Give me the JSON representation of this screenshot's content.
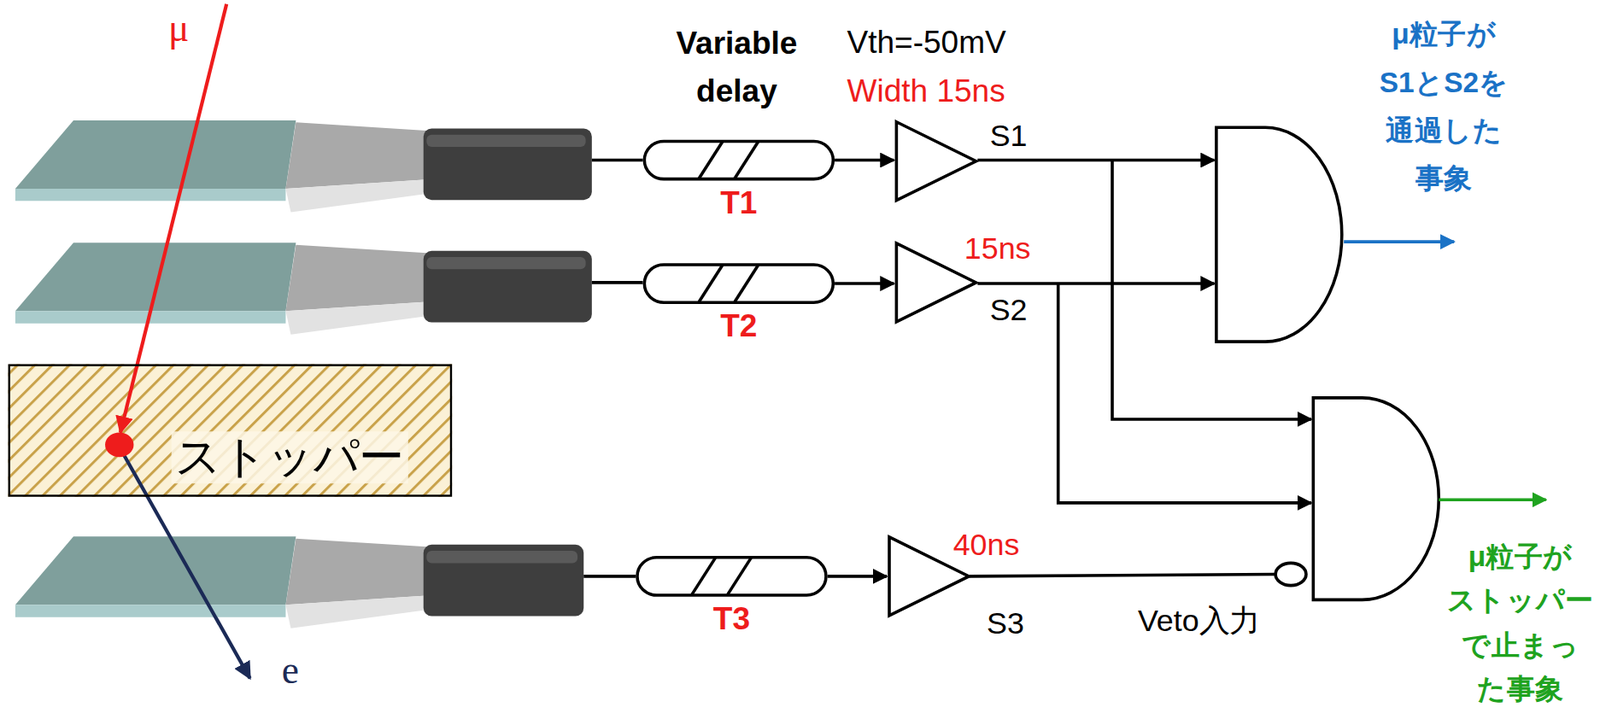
{
  "diagram": {
    "nodes": [
      {
        "text": [
          "T1"
        ]
      },
      {
        "text": [
          "S1"
        ]
      },
      {
        "text": [
          "T2"
        ]
      },
      {
        "text": [
          "15ns",
          "S2"
        ]
      },
      {
        "text": [
          "ストッパー"
        ]
      },
      {
        "text": [
          "T3"
        ]
      },
      {
        "text": [
          "40ns",
          "S3"
        ]
      }
    ],
    "edges": [
      {
        "from": 0,
        "to": 1,
        "arrow": "to"
      },
      {
        "from": 2,
        "to": 3,
        "arrow": "to"
      },
      {
        "from": 5,
        "to": 6,
        "arrow": "to"
      }
    ],
    "labels": [
      "μ",
      "Variable delay",
      "Vth=-50mV",
      "Width 15ns",
      "μ粒子が S1とS2を 通過した 事象",
      "Veto入力",
      "e",
      "μ粒子が ストッパー で止まっ た事象"
    ]
  }
}
